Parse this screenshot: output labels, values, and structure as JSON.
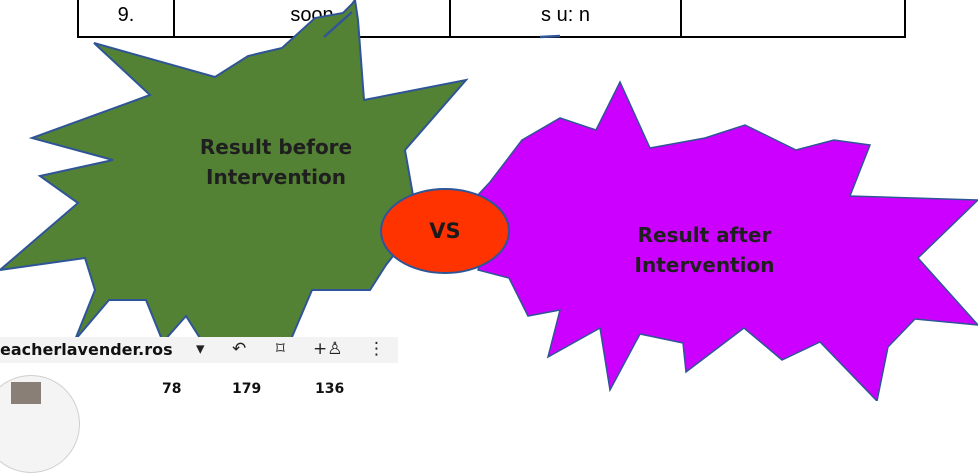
{
  "table": {
    "row_number": "9.",
    "word": "soon",
    "transcription": "s u: n",
    "extra": ""
  },
  "bursts": {
    "before": {
      "line1": "Result before",
      "line2": "Intervention",
      "color": "#548235"
    },
    "after": {
      "line1": "Result after",
      "line2": "Intervention",
      "color": "#cc00ff"
    },
    "vs": {
      "label": "VS",
      "color": "#ff3300"
    }
  },
  "profile": {
    "username": "eacherlavender.ros",
    "icons": [
      "dropdown-icon",
      "history-icon",
      "bookmark-icon",
      "add-person-icon",
      "more-icon"
    ],
    "stats": {
      "posts": "78",
      "followers": "179",
      "following": "136"
    }
  }
}
